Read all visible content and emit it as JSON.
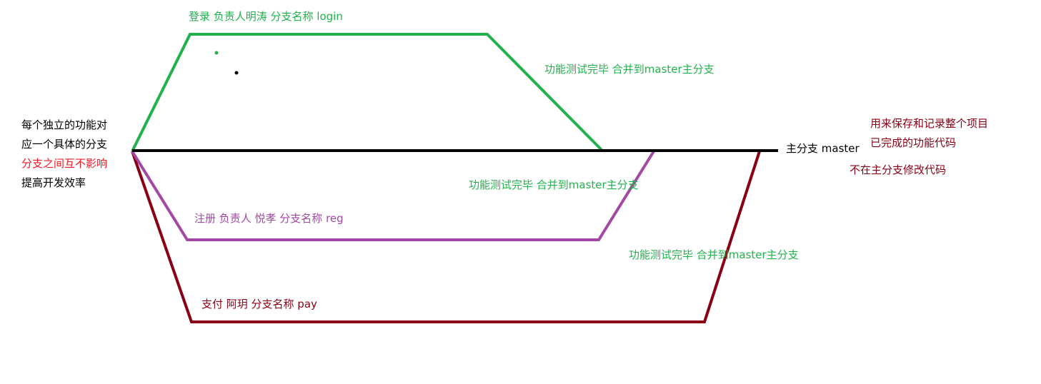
{
  "colors": {
    "login": "#22b14c",
    "reg": "#a349a4",
    "pay": "#880015",
    "master": "#000000",
    "note_red": "#ed1c24"
  },
  "branches": {
    "login": {
      "label": "登录 负责人明涛   分支名称 login",
      "merge_note": "功能测试完毕 合并到master主分支"
    },
    "reg": {
      "label": "注册  负责人 悦孝  分支名称 reg",
      "merge_note": "功能测试完毕 合并到master主分支"
    },
    "pay": {
      "label": "支付   阿玥 分支名称 pay",
      "merge_note": "功能测试完毕 合并到master主分支"
    },
    "master": {
      "label": "主分支   master"
    }
  },
  "left_notes": {
    "line1": "每个独立的功能对",
    "line2": "应一个具体的分支",
    "line3": "分支之间互不影响",
    "line4": "提高开发效率"
  },
  "right_notes": {
    "line1": "用来保存和记录整个项目",
    "line2": "已完成的功能代码",
    "line3": "不在主分支修改代码"
  }
}
